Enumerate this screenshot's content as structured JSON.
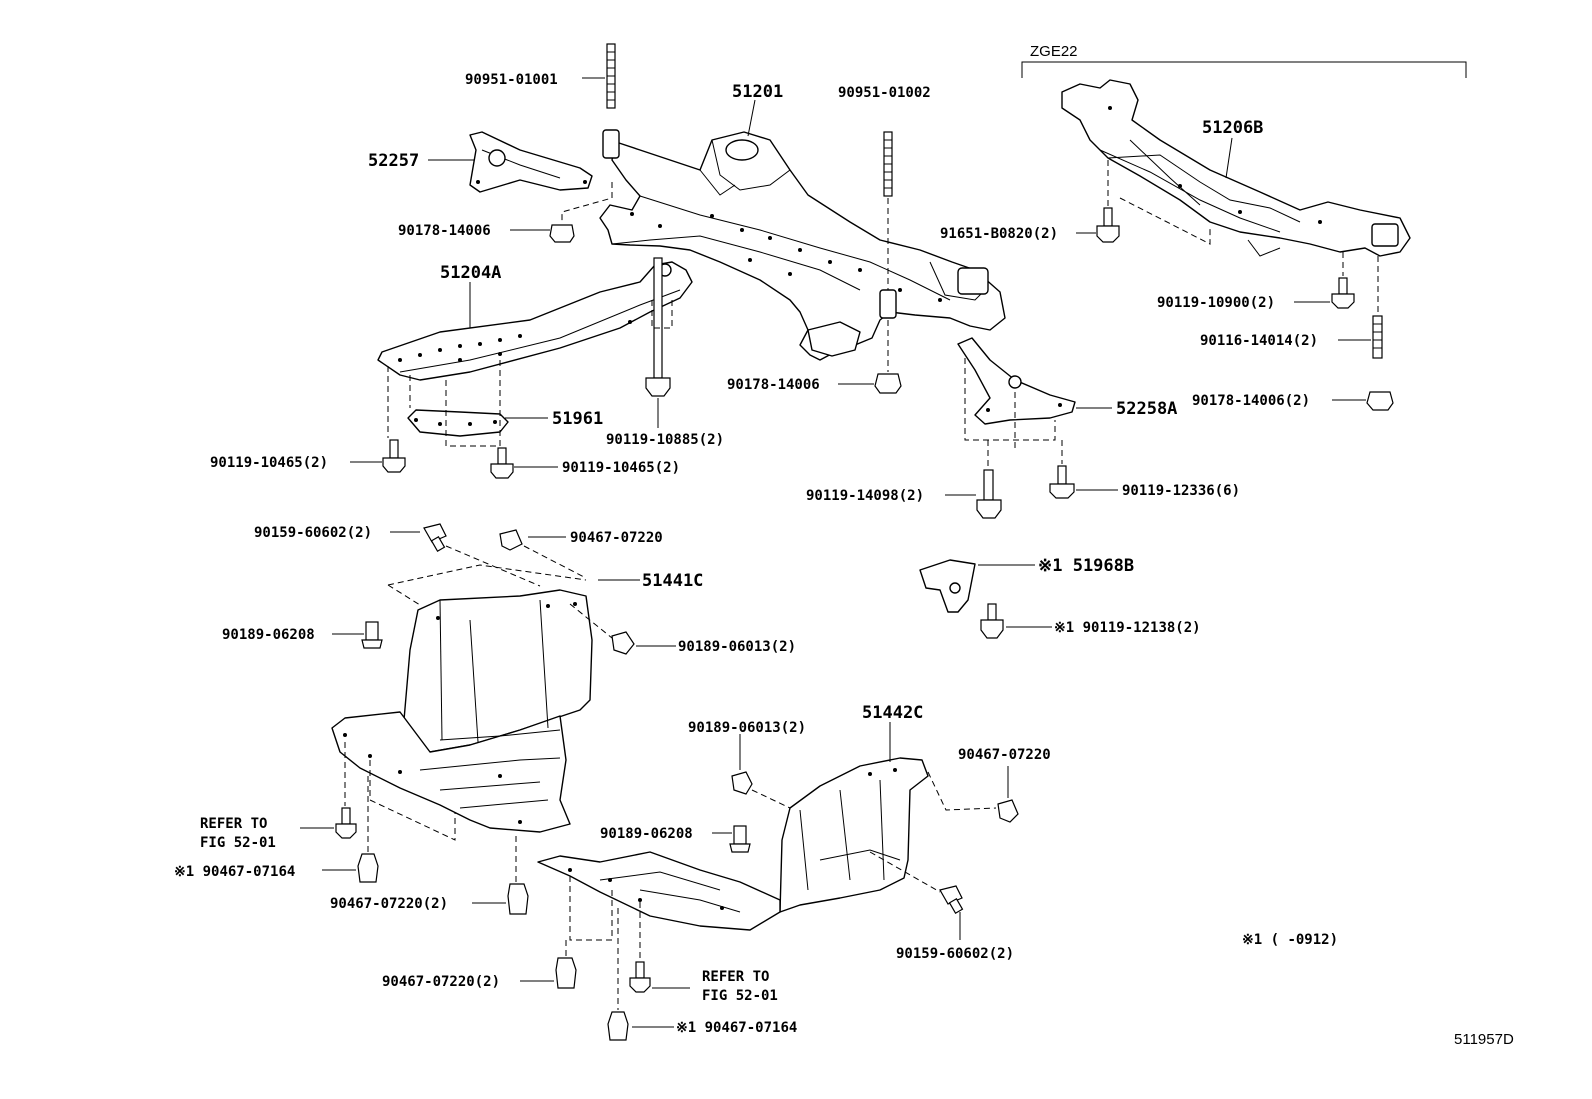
{
  "diagram_id": "511957D",
  "variant_label": "ZGE22",
  "footnote": "※1 (      -0912)",
  "refer_to": [
    "REFER TO",
    "FIG 52-01"
  ],
  "labels": {
    "p90951_01001": "90951-01001",
    "p51201": "51201",
    "p90951_01002": "90951-01002",
    "p52257": "52257",
    "p90178_14006_a": "90178-14006",
    "p51204A": "51204A",
    "p51961": "51961",
    "p90119_10885": "90119-10885(2)",
    "p90119_10465_a": "90119-10465(2)",
    "p90119_10465_b": "90119-10465(2)",
    "p90178_14006_b": "90178-14006",
    "p51206B": "51206B",
    "p91651_B0820": "91651-B0820(2)",
    "p90119_10900": "90119-10900(2)",
    "p90116_14014": "90116-14014(2)",
    "p90178_14006_c": "90178-14006(2)",
    "p52258A": "52258A",
    "p90119_14098": "90119-14098(2)",
    "p90119_12336": "90119-12336(6)",
    "p90159_60602_a": "90159-60602(2)",
    "p90467_07220_a": "90467-07220",
    "p51441C": "51441C",
    "p90189_06208_a": "90189-06208",
    "p90189_06013_a": "90189-06013(2)",
    "p51968B": "※1 51968B",
    "p90119_12138": "※1 90119-12138(2)",
    "p90189_06013_b": "90189-06013(2)",
    "p51442C": "51442C",
    "p90467_07220_b": "90467-07220",
    "p90189_06208_b": "90189-06208",
    "p90467_07164_a": "※1 90467-07164",
    "p90467_07220_c": "90467-07220(2)",
    "p90159_60602_b": "90159-60602(2)",
    "p90467_07220_d": "90467-07220(2)",
    "p90467_07164_b": "※1 90467-07164"
  }
}
